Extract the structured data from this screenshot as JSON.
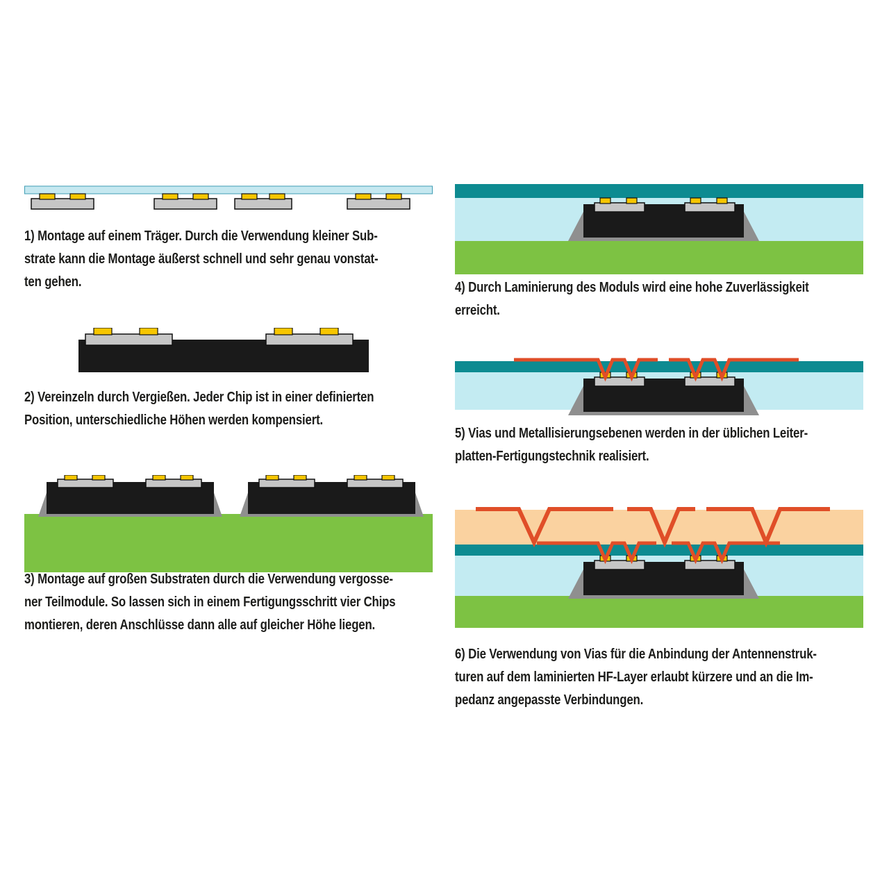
{
  "palette": {
    "carrier_blue": "#c5e8f0",
    "substrate_gray": "#c6c6c6",
    "pad_yellow": "#f7c600",
    "mold_black": "#1a1a1a",
    "module_gray": "#8f8f8f",
    "base_green": "#7dc243",
    "teal": "#0d8b91",
    "cyan_light": "#c3ebf2",
    "trace_red": "#e04e28",
    "hf_peach": "#fad2a0",
    "text": "#1d1d1b"
  },
  "steps": [
    {
      "number": "1",
      "caption": "1) Montage auf einem Träger. Durch die Verwendung kleiner Sub-\nstrate kann die Montage äußerst schnell und sehr genau vonstat-\nten gehen."
    },
    {
      "number": "2",
      "caption": "2) Vereinzeln durch Vergießen. Jeder Chip ist in einer definierten\nPosition, unterschiedliche Höhen werden kompensiert."
    },
    {
      "number": "3",
      "caption": "3) Montage auf großen Substraten durch die Verwendung vergosse-\nner Teilmodule. So lassen sich in einem Fertigungsschritt vier Chips\nmontieren, deren Anschlüsse dann alle auf gleicher Höhe liegen."
    },
    {
      "number": "4",
      "caption": "4) Durch Laminierung des Moduls wird eine hohe Zuverlässigkeit\nerreicht."
    },
    {
      "number": "5",
      "caption": "5) Vias und Metallisierungsebenen werden in der üblichen Leiter-\nplatten-Fertigungstechnik realisiert."
    },
    {
      "number": "6",
      "caption": "6) Die Verwendung von Vias für die Anbindung der Antennenstruk-\nturen auf dem laminierten HF-Layer erlaubt kürzere und an die Im-\npedanz angepasste Verbindungen."
    }
  ]
}
